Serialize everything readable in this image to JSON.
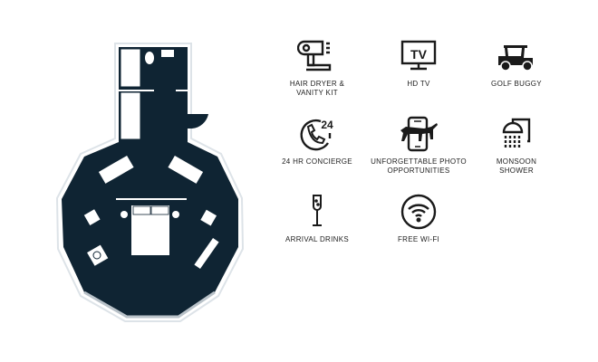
{
  "colors": {
    "plan": "#0f2433",
    "icon": "#1a1a1a"
  },
  "amenities": [
    {
      "icon": "hair-dryer-icon",
      "label": "HAIR DRYER &\nVANITY KIT"
    },
    {
      "icon": "tv-icon",
      "label": "HD TV",
      "icon_text": "TV"
    },
    {
      "icon": "golf-buggy-icon",
      "label": "GOLF BUGGY"
    },
    {
      "icon": "concierge-24-icon",
      "label": "24 HR CONCIERGE",
      "icon_text": "24"
    },
    {
      "icon": "phone-leopard-icon",
      "label": "UNFORGETTABLE PHOTO\nOPPORTUNITIES"
    },
    {
      "icon": "shower-icon",
      "label": "MONSOON\nSHOWER"
    },
    {
      "icon": "champagne-icon",
      "label": "ARRIVAL DRINKS"
    },
    {
      "icon": "wifi-icon",
      "label": "FREE WI-FI"
    }
  ]
}
